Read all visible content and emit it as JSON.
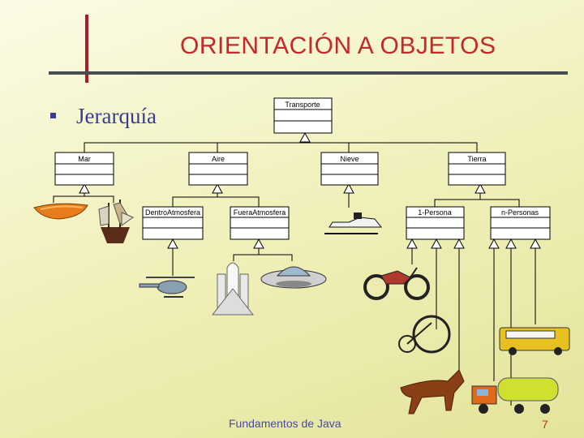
{
  "slide": {
    "title": "ORIENTACIÓN A OBJETOS",
    "bullet": "Jerarquía",
    "footer": "Fundamentos de Java",
    "page": "7"
  },
  "colors": {
    "title": "#c62828",
    "bullet": "#3c3c8c",
    "accent": "#b2182b"
  },
  "classes": {
    "transporte": "Transporte",
    "mar": "Mar",
    "aire": "Aire",
    "nieve": "Nieve",
    "tierra": "Tierra",
    "dentro": "DentroAtmosfera",
    "fuera": "FueraAtmosfera",
    "persona1": "1-Persona",
    "personasN": "n-Personas"
  },
  "illustrations": [
    "canoe-icon",
    "sailing-ship-icon",
    "helicopter-icon",
    "space-shuttle-icon",
    "ufo-icon",
    "snowmobile-icon",
    "motorcycle-icon",
    "bicycle-icon",
    "bus-icon",
    "horse-icon",
    "tanker-truck-icon"
  ]
}
